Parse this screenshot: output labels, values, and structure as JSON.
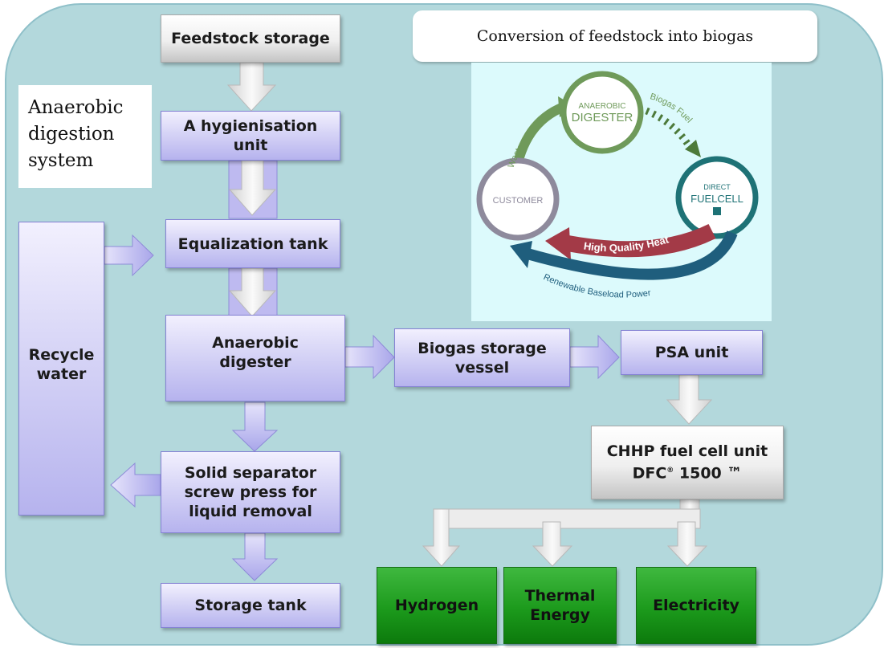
{
  "title": "Conversion of feedstock into biogas",
  "section_label": "Anaerobic\ndigestion\nsystem",
  "boxes": {
    "feedstock": "Feedstock storage",
    "hygienisation": "A hygienisation\nunit",
    "equalization": "Equalization tank",
    "digester": "Anaerobic\ndigester",
    "recycle": "Recycle\nwater",
    "separator": "Solid separator\nscrew press for\nliquid removal",
    "storage": "Storage tank",
    "biogas": "Biogas storage\nvessel",
    "psa": "PSA unit",
    "chhp_line1": "CHHP fuel cell unit",
    "chhp_line2_a": "DFC",
    "chhp_line2_sup": "®",
    "chhp_line2_b": " 1500 ™",
    "hydrogen": "Hydrogen",
    "thermal": "Thermal\nEnergy",
    "electricity": "Electricity"
  },
  "cycle": {
    "digester_line1": "ANAEROBIC",
    "digester_line2": "DIGESTER",
    "customer": "CUSTOMER",
    "fuelcell_line1": "DIRECT",
    "fuelcell_line2": "FUELCELL",
    "waste": "Waste",
    "biogas_fuel": "Biogas Fuel",
    "heat": "High Quality Heat",
    "power": "Renewable Baseload Power"
  },
  "colors": {
    "panel": "#b3d8dc",
    "box_purple": "#d6d4f6",
    "box_green": "#1c9a1c",
    "arrow_purple": "#bdbaf0",
    "arrow_grey": "#e2e2e2",
    "cycle_green": "#6f9a5a",
    "cycle_grey": "#8e8a9c",
    "cycle_teal": "#1e7276",
    "cycle_red": "#a33a47",
    "cycle_blue": "#1f5e7d"
  }
}
